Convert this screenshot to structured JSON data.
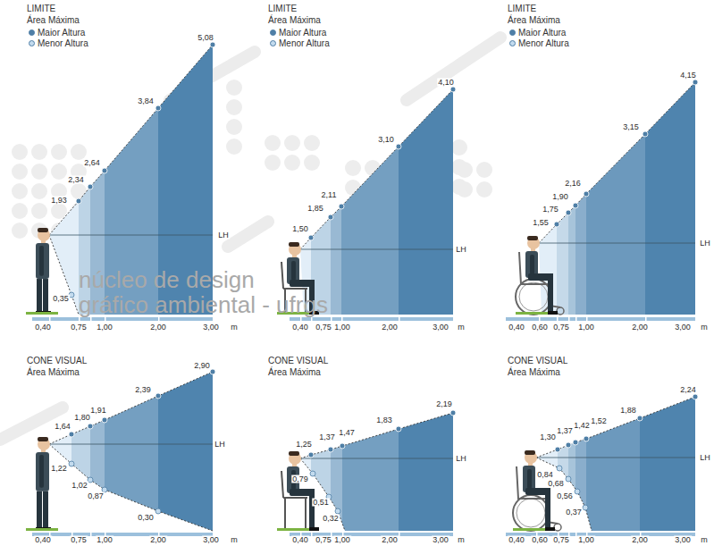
{
  "diagram": {
    "labels": [
      "LIMITE",
      "Área Máxima",
      "5,08",
      "3,84",
      "2,64",
      "2,34",
      "1,93",
      "LH",
      "0,35",
      "0,40",
      "0,75",
      "1,00",
      "2,00",
      "3,00",
      "m",
      "LIMITE",
      "Área Máxima",
      "4,10",
      "3,10",
      "2,11",
      "1,85",
      "1,50",
      "LH",
      "0,40",
      "0,75",
      "1,00",
      "2,00",
      "3,00",
      "m",
      "LIMITE",
      "Área Máxima",
      "4,15",
      "3,15",
      "2,16",
      "1,90",
      "1,75",
      "1,55",
      "LH",
      "0,40",
      "0,60",
      "0,75",
      "1,00",
      "2,00",
      "3,00",
      "m",
      "CONE VISUAL",
      "Área Máxima",
      "2,90",
      "2,39",
      "1,91",
      "1,80",
      "1,64",
      "LH",
      "1,22",
      "1,02",
      "0,87",
      "0,30",
      "0,40",
      "0,75",
      "1,00",
      "2,00",
      "3,00",
      "m",
      "CONE VISUAL",
      "Área Máxima",
      "2,19",
      "1,83",
      "1,47",
      "1,37",
      "1,25",
      "LH",
      "0,79",
      "0,51",
      "0,32",
      "0,40",
      "0,75",
      "1,00",
      "2,00",
      "3,00",
      "m",
      "CONE VISUAL",
      "Área Máxima",
      "2,24",
      "1,88",
      "1,52",
      "1,42",
      "1,37",
      "1,30",
      "LH",
      "0,84",
      "0,68",
      "0,56",
      "0,37",
      "0,40",
      "0,60",
      "0,75",
      "1,00",
      "2,00",
      "3,00",
      "m",
      "núcleo de design",
      "gráfico ambiental - ufrgs"
    ],
    "legend": [
      {
        "text": "Maior Altura",
        "color": "#4f7fa6"
      },
      {
        "text": "Menor Altura",
        "color": "#c3dbee"
      },
      {
        "text": "Maior Altura",
        "color": "#4f7fa6"
      },
      {
        "text": "Menor Altura",
        "color": "#c3dbee"
      },
      {
        "text": "Maior Altura",
        "color": "#4f7fa6"
      },
      {
        "text": "Menor Altura",
        "color": "#c3dbee"
      }
    ]
  }
}
